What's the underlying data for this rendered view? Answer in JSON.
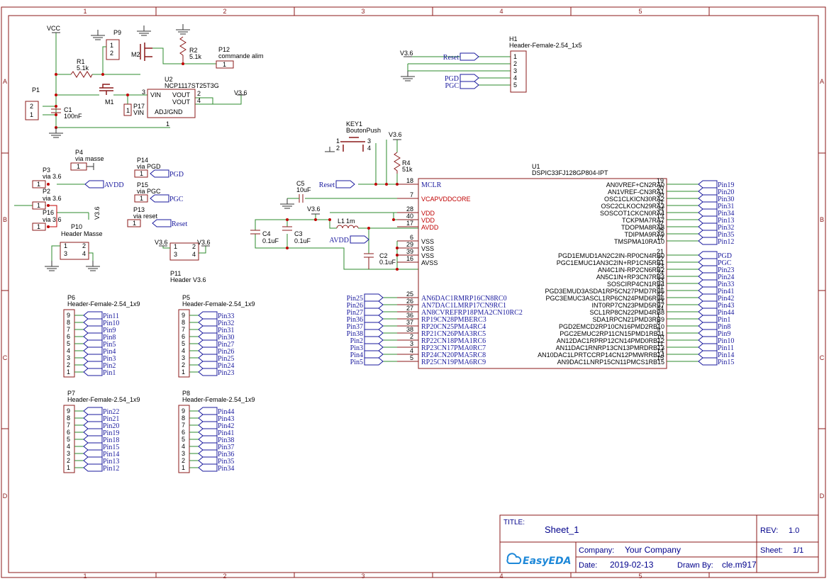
{
  "frame": {
    "columns": [
      "1",
      "2",
      "3",
      "4",
      "5"
    ],
    "rows": [
      "A",
      "B",
      "C",
      "D"
    ]
  },
  "components": {
    "vcc_label": "VCC",
    "p9": {
      "ref": "P9",
      "pins": [
        "1",
        "2"
      ]
    },
    "r1": {
      "ref": "R1",
      "value": "5.1k"
    },
    "m2": {
      "ref": "M2"
    },
    "r2": {
      "ref": "R2",
      "value": "5.1k"
    },
    "p12": {
      "ref": "P12",
      "value": "commande alim",
      "pin": "1"
    },
    "p1": {
      "ref": "P1",
      "pins": [
        "2",
        "1"
      ]
    },
    "c1": {
      "ref": "C1",
      "value": "100nF"
    },
    "m1": {
      "ref": "M1"
    },
    "u2": {
      "ref": "U2",
      "value": "NCP1117ST25T3G",
      "pin_vin": "VIN",
      "pin_vout1": "VOUT",
      "pin_vout2": "VOUT",
      "pin_adj": "ADJ/GND",
      "pin3": "3",
      "pin2": "2",
      "pin4": "4",
      "pin1": "1"
    },
    "p17": {
      "ref": "P17",
      "value": "VIN",
      "pin": "1"
    },
    "v36_u2": "V3.6",
    "p4": {
      "ref": "P4",
      "value": "via masse",
      "pin": "1"
    },
    "p3": {
      "ref": "P3",
      "value": "via 3.6",
      "pin": "1"
    },
    "p2": {
      "ref": "P2",
      "value": "via 3.6",
      "pin": "1"
    },
    "p16": {
      "ref": "P16",
      "value": "via 3.6",
      "pin": "1"
    },
    "avdd_net": "AVDD",
    "v36_p16": "V3.6",
    "p10": {
      "ref": "P10",
      "value": "Header Masse",
      "pins": [
        "1",
        "3",
        "2",
        "4"
      ]
    },
    "p14": {
      "ref": "P14",
      "value": "via PGD",
      "pin": "1",
      "net": "PGD"
    },
    "p15": {
      "ref": "P15",
      "value": "via PGC",
      "pin": "1",
      "net": "PGC"
    },
    "p13": {
      "ref": "P13",
      "value": "via reset",
      "pin": "1",
      "net": "Reset"
    },
    "p11": {
      "ref": "P11",
      "value": "Header V3.6",
      "pins": [
        "1",
        "3",
        "2",
        "4"
      ],
      "left_net": "V3.6",
      "right_net": "V3.6"
    },
    "h1": {
      "ref": "H1",
      "value": "Header-Female-2.54_1x5",
      "pins": [
        "1",
        "2",
        "3",
        "4",
        "5"
      ],
      "nets": {
        "reset": "Reset",
        "v36": "V3.6",
        "pgd": "PGD",
        "pgc": "PGC"
      }
    },
    "key1": {
      "ref": "KEY1",
      "value": "BoutonPush",
      "pins": [
        "1",
        "2",
        "3",
        "4"
      ]
    },
    "v36_key": "V3.6",
    "r4": {
      "ref": "R4",
      "value": "51k"
    },
    "reset_net": "Reset",
    "c5": {
      "ref": "C5",
      "value": "10uF"
    },
    "v36_l1": "V3.6",
    "l1": {
      "ref": "L1",
      "value": "1m"
    },
    "avdd_l1": "AVDD",
    "c4": {
      "ref": "C4",
      "value": "0.1uF"
    },
    "c3": {
      "ref": "C3",
      "value": "0.1uF"
    },
    "c2": {
      "ref": "C2",
      "value": "0.1uF"
    }
  },
  "u1": {
    "ref": "U1",
    "value": "DSPIC33FJ128GP804-IPT",
    "left_pins": [
      {
        "num": "18",
        "name": "MCLR",
        "color": "blue"
      },
      {
        "num": "7",
        "name": "VCAPVDDCORE",
        "color": "red"
      },
      {
        "num": "28",
        "name": "VDD",
        "color": "red"
      },
      {
        "num": "40",
        "name": "VDD",
        "color": "red"
      },
      {
        "num": "17",
        "name": "AVDD",
        "color": "red"
      },
      {
        "num": "6",
        "name": "VSS",
        "color": "black"
      },
      {
        "num": "29",
        "name": "VSS",
        "color": "black"
      },
      {
        "num": "39",
        "name": "VSS",
        "color": "black"
      },
      {
        "num": "16",
        "name": "AVSS",
        "color": "black"
      },
      {
        "num": "25",
        "name": "AN6DAC1RMRP16CN8RC0",
        "net": "Pin25"
      },
      {
        "num": "26",
        "name": "AN7DAC1LMRP17CN9RC1",
        "net": "Pin26"
      },
      {
        "num": "27",
        "name": "AN8CVREFRP18PMA2CN10RC2",
        "net": "Pin27"
      },
      {
        "num": "36",
        "name": "RP19CN28PMBERC3",
        "net": "Pin36"
      },
      {
        "num": "37",
        "name": "RP20CN25PMA4RC4",
        "net": "Pin37"
      },
      {
        "num": "38",
        "name": "RP21CN26PMA3RC5",
        "net": "Pin38"
      },
      {
        "num": "2",
        "name": "RP22CN18PMA1RC6",
        "net": "Pin2"
      },
      {
        "num": "3",
        "name": "RP23CN17PMA0RC7",
        "net": "Pin3"
      },
      {
        "num": "4",
        "name": "RP24CN20PMA5RC8",
        "net": "Pin4"
      },
      {
        "num": "5",
        "name": "RP25CN19PMA6RC9",
        "net": "Pin5"
      }
    ],
    "right_pins": [
      {
        "num": "19",
        "name": "AN0VREF+CN2RA0",
        "net": "Pin19"
      },
      {
        "num": "20",
        "name": "AN1VREF-CN3RA1",
        "net": "Pin20"
      },
      {
        "num": "30",
        "name": "OSC1CLKICN30RA2",
        "net": "Pin30"
      },
      {
        "num": "31",
        "name": "OSC2CLKOCN29RA3",
        "net": "Pin31"
      },
      {
        "num": "34",
        "name": "SOSCOT1CKCN0RA4",
        "net": "Pin34"
      },
      {
        "num": "13",
        "name": "TCKPMA7RA7",
        "net": "Pin13"
      },
      {
        "num": "32",
        "name": "TDOPMA8RA8",
        "net": "Pin32"
      },
      {
        "num": "35",
        "name": "TDIPMA9RA9",
        "net": "Pin35"
      },
      {
        "num": "12",
        "name": "TMSPMA10RA10",
        "net": "Pin12"
      },
      {
        "num": "21",
        "name": "PGD1EMUD1AN2C2IN-RP0CN4RB0",
        "net": "PGD"
      },
      {
        "num": "22",
        "name": "PGC1EMUC1AN3C2IN+RP1CN5RB1",
        "net": "PGC"
      },
      {
        "num": "23",
        "name": "AN4C1IN-RP2CN6RB2",
        "net": "Pin23"
      },
      {
        "num": "24",
        "name": "AN5C1IN+RP3CN7RB3",
        "net": "Pin24"
      },
      {
        "num": "33",
        "name": "SOSCIRP4CN1RB4",
        "net": "Pin33"
      },
      {
        "num": "41",
        "name": "PGD3EMUD3ASDA1RP5CN27PMD7RB5",
        "net": "Pin41"
      },
      {
        "num": "42",
        "name": "PGC3EMUC3ASCL1RP6CN24PMD6RB6",
        "net": "Pin42"
      },
      {
        "num": "43",
        "name": "INT0RP7CN23PMD5RB7",
        "net": "Pin43"
      },
      {
        "num": "44",
        "name": "SCL1RP8CN22PMD4RB8",
        "net": "Pin44"
      },
      {
        "num": "1",
        "name": "SDA1RPCN21PMD3RB9",
        "net": "Pin1"
      },
      {
        "num": "8",
        "name": "PGD2EMCD2RP10CN16PMD2RB10",
        "net": "Pin8"
      },
      {
        "num": "9",
        "name": "PGC2EMUC2RP11CN15PMD1RB11",
        "net": "Pin9"
      },
      {
        "num": "10",
        "name": "AN12DAC1RPRP12CN14PMD0RB12",
        "net": "Pin10"
      },
      {
        "num": "11",
        "name": "AN11DAC1RNRP13CN13PMRDRB13",
        "net": "Pin11"
      },
      {
        "num": "14",
        "name": "AN10DAC1LPRTCCRP14CN12PMWRRB14",
        "net": "Pin14"
      },
      {
        "num": "15",
        "name": "AN9DAC1LNRP15CN11PMCS1RB15",
        "net": "Pin15"
      }
    ]
  },
  "headers": [
    {
      "ref": "P6",
      "value": "Header-Female-2.54_1x9",
      "pins": [
        "9",
        "8",
        "7",
        "6",
        "5",
        "4",
        "3",
        "2",
        "1"
      ],
      "nets": [
        "Pin11",
        "Pin10",
        "Pin9",
        "Pin8",
        "Pin5",
        "Pin4",
        "Pin3",
        "Pin2",
        "Pin1"
      ]
    },
    {
      "ref": "P5",
      "value": "Header-Female-2.54_1x9",
      "pins": [
        "9",
        "8",
        "7",
        "6",
        "5",
        "4",
        "3",
        "2",
        "1"
      ],
      "nets": [
        "Pin33",
        "Pin32",
        "Pin31",
        "Pin30",
        "Pin27",
        "Pin26",
        "Pin25",
        "Pin24",
        "Pin23"
      ]
    },
    {
      "ref": "P7",
      "value": "Header-Female-2.54_1x9",
      "pins": [
        "9",
        "8",
        "7",
        "6",
        "5",
        "4",
        "3",
        "2",
        "1"
      ],
      "nets": [
        "Pin22",
        "Pin21",
        "Pin20",
        "Pin19",
        "Pin18",
        "Pin15",
        "Pin14",
        "Pin13",
        "Pin12"
      ]
    },
    {
      "ref": "P8",
      "value": "Header-Female-2.54_1x9",
      "pins": [
        "9",
        "8",
        "7",
        "6",
        "5",
        "4",
        "3",
        "2",
        "1"
      ],
      "nets": [
        "Pin44",
        "Pin43",
        "Pin42",
        "Pin41",
        "Pin38",
        "Pin37",
        "Pin36",
        "Pin35",
        "Pin34"
      ]
    }
  ],
  "title_block": {
    "title_label": "TITLE:",
    "title": "Sheet_1",
    "rev_label": "REV:",
    "rev": "1.0",
    "company_label": "Company:",
    "company": "Your Company",
    "sheet_label": "Sheet:",
    "sheet": "1/1",
    "date_label": "Date:",
    "date": "2019-02-13",
    "drawn_label": "Drawn By:",
    "drawn_by": "cle.m917",
    "logo": "EasyEDA"
  },
  "colors": {
    "frame": "#8b1a1a",
    "wire": "#2e8b2e",
    "net": "#1a1a9e",
    "power_pin": "#c00000"
  }
}
